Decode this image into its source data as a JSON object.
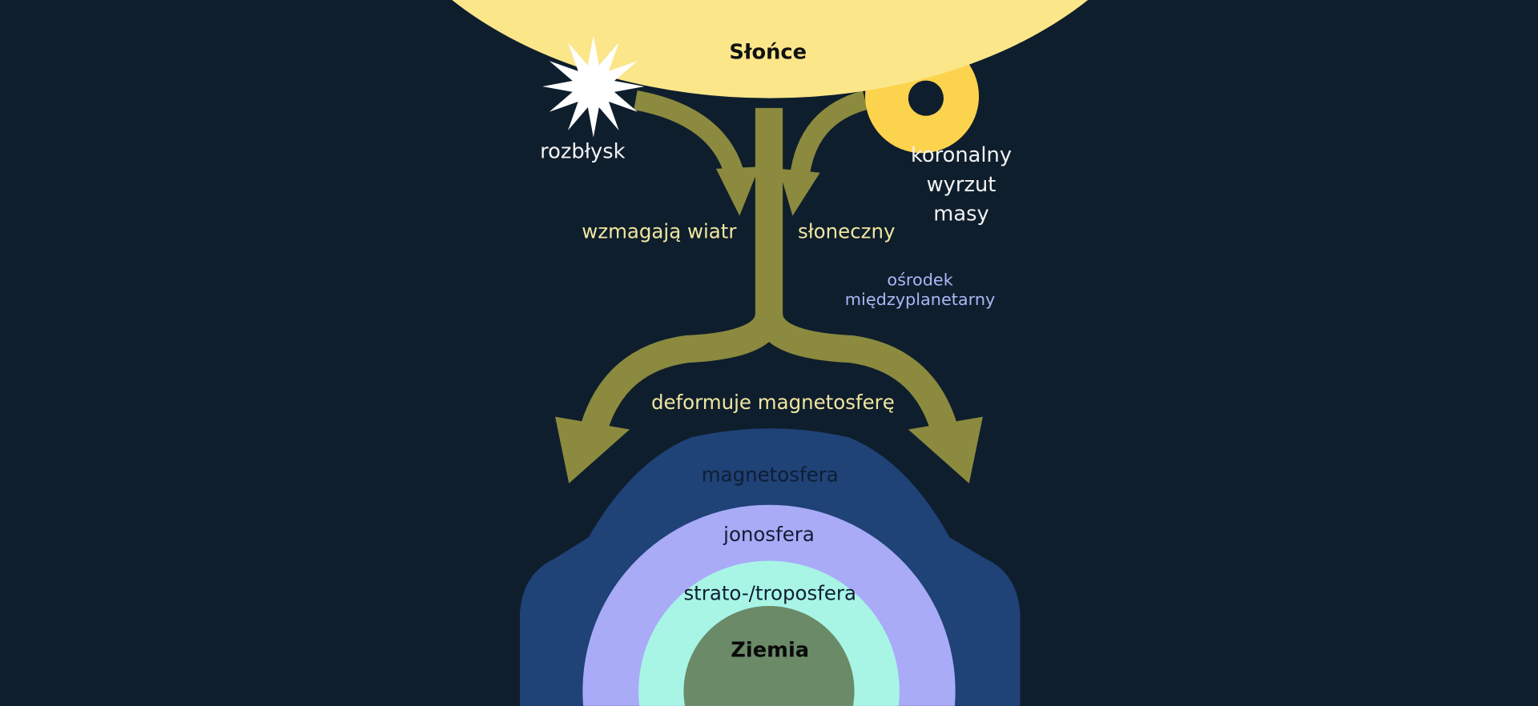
{
  "sun": {
    "label": "Słońce"
  },
  "flare": {
    "label": "rozbłysk"
  },
  "cme": {
    "lines": [
      "koronalny",
      "wyrzut",
      "masy"
    ]
  },
  "wind": {
    "left": "wzmagają wiatr",
    "right": "słoneczny"
  },
  "medium": {
    "lines": [
      "ośrodek",
      "międzyplanetarny"
    ]
  },
  "deform": {
    "label": "deformuje magnetosferę"
  },
  "layers": {
    "magnetosphere": "magnetosfera",
    "ionosphere": "jonosfera",
    "strato": "strato-/troposfera",
    "earth": "Ziemia"
  },
  "colors": {
    "background": "#0f1e2d",
    "sun": "#fbe68a",
    "cme": "#fcd34d",
    "arrow": "#8b8a3e",
    "magnetosphere": "#1f4277",
    "ionosphere": "#a9abf7",
    "strato": "#a8f5e6",
    "earth": "#6a8a68"
  }
}
